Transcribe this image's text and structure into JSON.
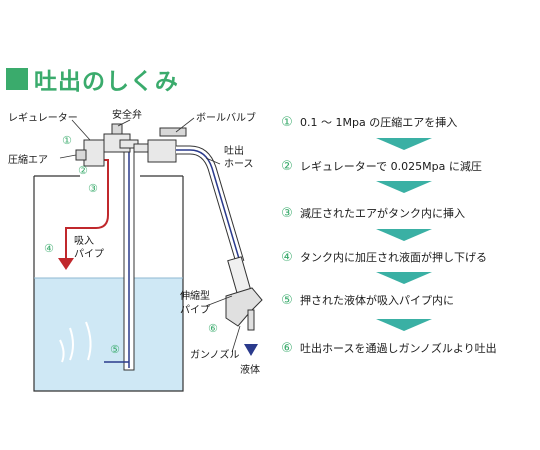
{
  "title": "吐出のしくみ",
  "labels": {
    "regulator": "レギュレーター",
    "safety_valve": "安全弁",
    "ball_valve": "ボールバルブ",
    "air_in": "圧縮エア",
    "discharge_hose_1": "吐出",
    "discharge_hose_2": "ホース",
    "suction_pipe_1": "吸入",
    "suction_pipe_2": "パイプ",
    "telescopic_1": "伸縮型",
    "telescopic_2": "パイプ",
    "gun_nozzle": "ガンノズル",
    "liquid": "液体"
  },
  "markers": {
    "m1": "①",
    "m2": "②",
    "m3": "③",
    "m4": "④",
    "m5": "⑤",
    "m6": "⑥"
  },
  "steps": [
    {
      "num": "①",
      "text": "0.1 ～ 1Mpa の圧縮エアを挿入"
    },
    {
      "num": "②",
      "text": "レギュレーターで 0.025Mpa に減圧"
    },
    {
      "num": "③",
      "text": "減圧されたエアがタンク内に挿入"
    },
    {
      "num": "④",
      "text": "タンク内に加圧され液面が押し下げる"
    },
    {
      "num": "⑤",
      "text": "押された液体が吸入パイプ内に"
    },
    {
      "num": "⑥",
      "text": "吐出ホースを通過しガンノズルより吐出"
    }
  ],
  "colors": {
    "accent": "#3aab6c",
    "arrow": "#3ab0a4",
    "liquid": "#cfe8f5",
    "air_line": "#c0282c",
    "hose": "#2a3a8c"
  }
}
